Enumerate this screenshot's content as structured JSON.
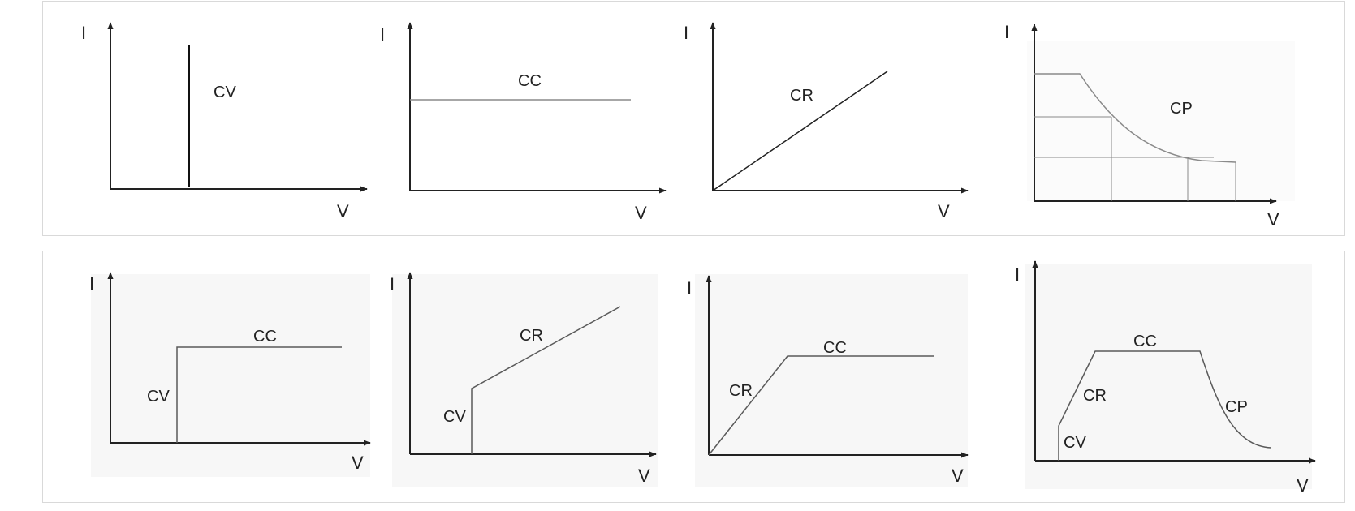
{
  "colors": {
    "axis": "#222222",
    "curve_dark": "#111111",
    "curve_light": "#8a8a8a",
    "plot_bg": "#f7f7f7",
    "panel_border": "#d9d9d9"
  },
  "axes": {
    "x_label": "V",
    "y_label": "I"
  },
  "top_row": {
    "cv": {
      "mode_label": "CV"
    },
    "cc": {
      "mode_label": "CC"
    },
    "cr": {
      "mode_label": "CR"
    },
    "cp": {
      "mode_label": "CP"
    }
  },
  "bottom_row": {
    "cv_cc": {
      "labels": [
        "CV",
        "CC"
      ]
    },
    "cv_cr": {
      "labels": [
        "CV",
        "CR"
      ]
    },
    "cr_cc": {
      "labels": [
        "CR",
        "CC"
      ]
    },
    "cv_cr_cc_cp": {
      "labels": [
        "CV",
        "CR",
        "CC",
        "CP"
      ]
    }
  }
}
